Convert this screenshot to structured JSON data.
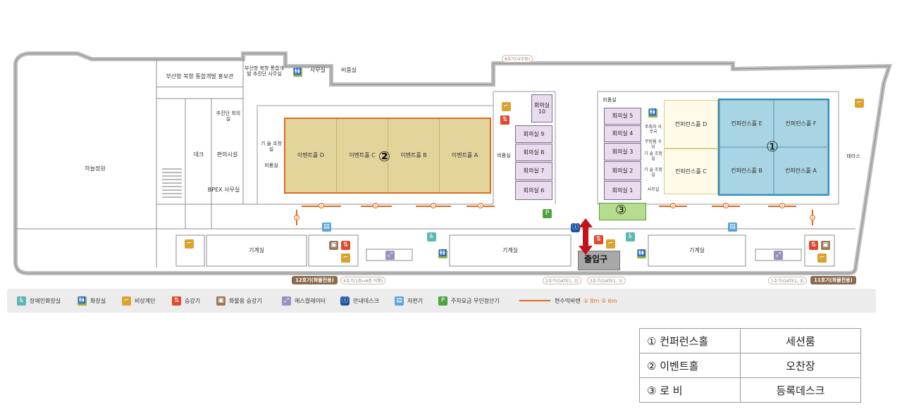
{
  "rooms": {
    "sky_garden": "하늘정원",
    "promo_hall": "부산항 북항 통합개발 홍보관",
    "promo_office": "부산항 북항 통합개발 추진단 사무실",
    "office": "사무실",
    "storage_top": "비품실",
    "team_meeting": "추진단 회의실",
    "deck": "데크",
    "convenience": "편의시설",
    "bpex_office": "BPEX 사무실",
    "tech_room_left": "기 술 조정실",
    "storage_left": "비품실",
    "event_d": "이벤트홀 D",
    "event_c": "이벤트홀 C",
    "event_b": "이벤트홀 B",
    "event_a": "이벤트홀 A",
    "storage_mid": "비품실",
    "meeting_10": "회의실 10",
    "meeting_9": "회의실 9",
    "meeting_8": "회의실 8",
    "meeting_7": "회의실 7",
    "meeting_6": "회의실 6",
    "storage_right": "비품실",
    "meeting_5": "회의실 5",
    "meeting_4": "회의실 4",
    "meeting_3": "회의실 3",
    "meeting_2": "회의실 2",
    "meeting_1": "회의실 1",
    "organizer_office": "주최자 사무국",
    "wireless_desk": "무빙웜 수 납",
    "tech_room_right1": "기 술 조정실",
    "tech_room_right2": "기 술 조정실",
    "office_right": "사무실",
    "conf_d": "컨퍼런스홀 D",
    "conf_c": "컨퍼런스홀 C",
    "conf_e": "컨퍼런스홀 E",
    "conf_f": "컨퍼런스홀 F",
    "conf_b": "컨퍼런스홀 B",
    "conf_a": "컨퍼런스홀 A",
    "terrace": "테라스",
    "machine_1": "기계실",
    "machine_2": "기계실",
    "machine_3": "기계실"
  },
  "markers": {
    "m1": "①",
    "m2": "②",
    "m3": "③"
  },
  "entrance": "출입구",
  "gates": {
    "g8": "8호기(사무동)",
    "g4": "4호기(1층↔6층 직행)",
    "g2": "2호기(GATE1, 3)",
    "g3": "3호기(GATE1, 3)",
    "g1": "1호기(GATE1, 3)"
  },
  "freight": {
    "f12": "12호기(화물전용)",
    "f11": "11호기(화물전용)"
  },
  "legend": {
    "accessible_toilet": "장애인화장실",
    "toilet": "화장실",
    "emergency_stairs": "비상계단",
    "elevator": "승강기",
    "freight_elevator": "화물용 승강기",
    "escalator": "에스컬레이터",
    "info_desk": "안내데스크",
    "vending": "자판기",
    "parking_pay": "주차요금 무인정산기",
    "partition": "현수막바텐",
    "partition_spec": "① 8m ② 6m"
  },
  "icons": {
    "accessible": "wheelchair-icon",
    "toilet": "toilet-icon",
    "stairs": "stairs-icon",
    "elevator": "elevator-icon",
    "freight": "freight-elevator-icon",
    "escalator": "escalator-icon",
    "info": "info-icon",
    "vending": "vending-machine-icon",
    "parking": "parking-pay-icon"
  },
  "colors": {
    "event_hall": "#e3d49c",
    "event_border": "#e06a1e",
    "conf_highlight": "#a9d4e3",
    "conf_border": "#2d8fbd",
    "meeting_room": "#e9dcef",
    "lobby": "#b7dc8f",
    "arrow": "#c4121b"
  },
  "table": {
    "rows": [
      {
        "label": "① 컨퍼런스홀",
        "value": "세션룸"
      },
      {
        "label": "② 이벤트홀",
        "value": "오찬장"
      },
      {
        "label": "③ 로 비",
        "value": "등록데스크"
      }
    ]
  }
}
